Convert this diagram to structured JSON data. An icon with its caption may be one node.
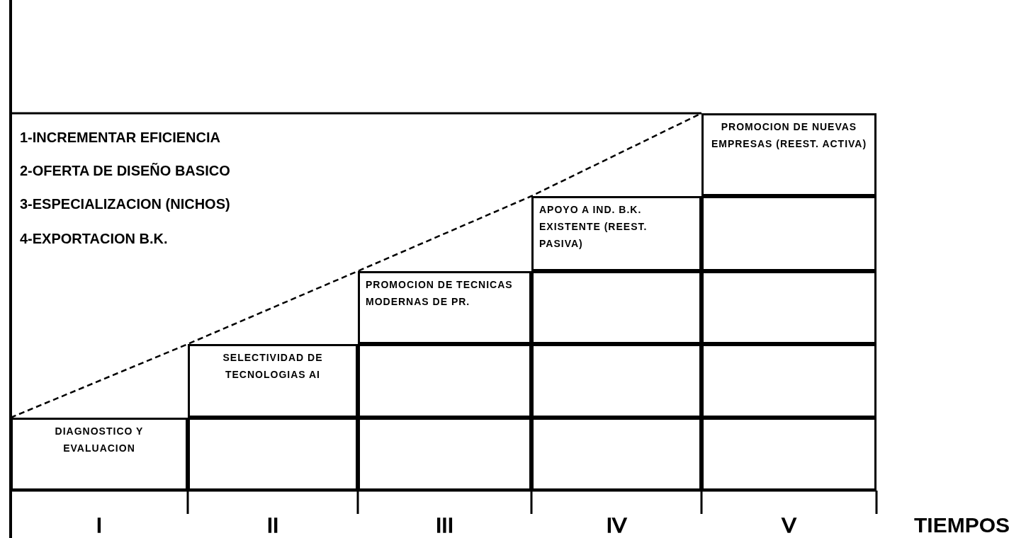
{
  "diagram": {
    "nodes": [
      {
        "text": [
          "PROMOCION DE NUEVAS EMPRESAS (REEST. ACTIVA)"
        ]
      },
      {
        "text": [
          "APOYO A IND. B.K. EXISTENTE (REEST. PASIVA)"
        ]
      },
      {
        "text": [],
        "shape": "box"
      },
      {
        "text": [
          "PROMOCION DE TECNICAS MODERNAS DE PR."
        ]
      },
      {
        "text": [],
        "shape": "box"
      },
      {
        "text": [],
        "shape": "box"
      },
      {
        "text": [
          "SELECTIVIDAD DE TECNOLOGIAS AI"
        ]
      },
      {
        "text": [],
        "shape": "box"
      },
      {
        "text": [],
        "shape": "box"
      },
      {
        "text": [],
        "shape": "box"
      },
      {
        "text": [
          "DIAGNOSTICO Y EVALUACION"
        ]
      },
      {
        "text": [],
        "shape": "box"
      },
      {
        "text": [],
        "shape": "box"
      },
      {
        "text": [],
        "shape": "box"
      },
      {
        "text": [],
        "shape": "box"
      }
    ],
    "edges": [],
    "labels": [
      "1-INCREMENTAR EFICIENCIA",
      "2-OFERTA DE DISEÑO BASICO",
      "3-ESPECIALIZACION (NICHOS)",
      "4-EXPORTACION B.K.",
      "I",
      "II",
      "III",
      "IV",
      "V",
      "TIEMPOS"
    ]
  }
}
